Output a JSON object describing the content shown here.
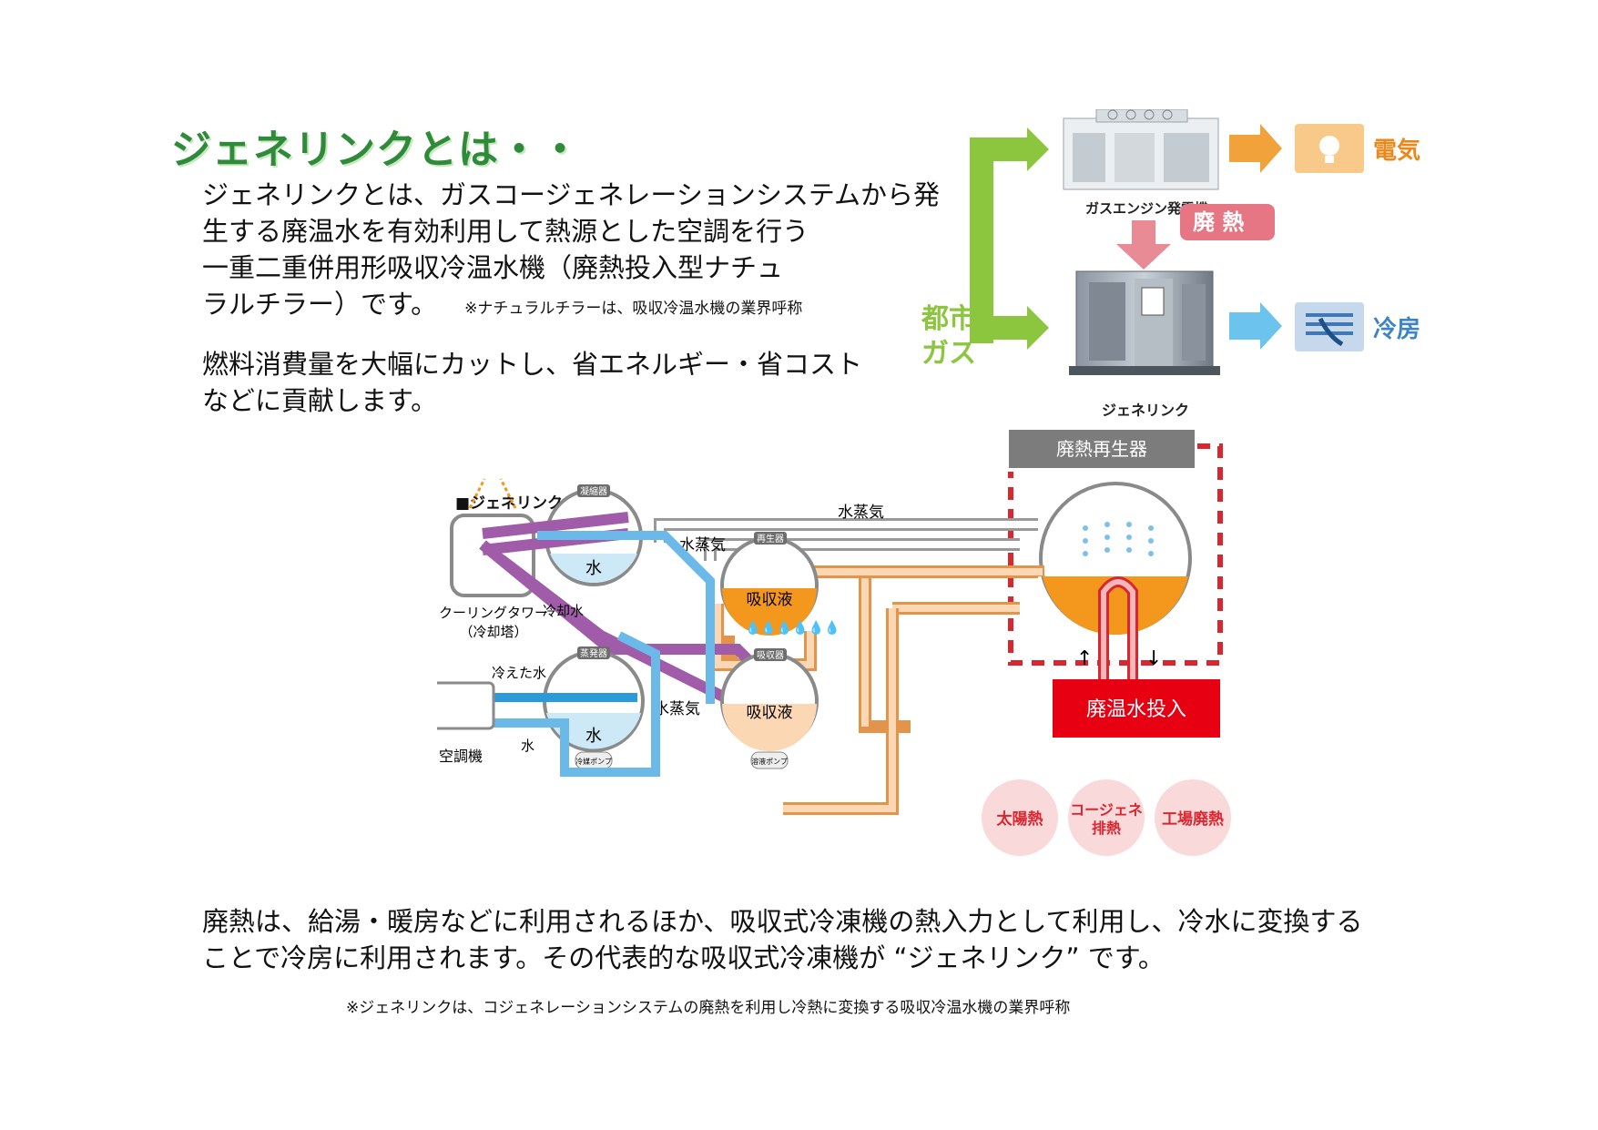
{
  "title": "ジェネリンクとは・・",
  "intro": {
    "lines": [
      "ジェネリンクとは、ガスコージェネレーションシステムから発",
      "生する廃温水を有効利用して熱源とした空調を行う",
      "一重二重併用形吸収冷温水機（廃熱投入型ナチュ",
      "ラルチラー）です。"
    ],
    "note": "※ナチュラルチラーは、吸収冷温水機の業界呼称",
    "lines2": [
      "燃料消費量を大幅にカットし、省エネルギー・省コスト",
      "などに貢献します。"
    ]
  },
  "flow": {
    "city_gas_1": "都市",
    "city_gas_2": "ガス",
    "generator_label": "ガスエンジン発電機",
    "electricity": "電気",
    "waste_heat": "廃 熱",
    "genelink_label": "ジェネリンク",
    "cooling": "冷房",
    "colors": {
      "green": "#8cc63f",
      "orange": "#f2a23a",
      "blue": "#6cc3ee",
      "pink": "#e88b95"
    }
  },
  "diagram": {
    "heading": "■ジェネリンクのしくみ",
    "regenerator_box": "廃熱再生器",
    "steam_top": "水蒸気",
    "condenser": "凝縮器",
    "regenerator": "再生器",
    "steam_mid": "水蒸気",
    "absorbent_top": "吸収液",
    "water_top": "水",
    "cooling_tower_1": "クーリングタワー",
    "cooling_tower_2": "（冷却塔）",
    "cooling_water": "冷却水",
    "chilled_water": "冷えた水",
    "evaporator": "蒸発器",
    "absorber": "吸収器",
    "steam_bottom": "水蒸気",
    "water_bottom": "水",
    "absorbent_bottom": "吸収液",
    "water_flow": "水",
    "ac_unit": "空調機",
    "refrigerant_pump": "冷媒ポンプ",
    "solution_pump": "溶液ポンプ",
    "hot_water_input": "廃温水投入",
    "source_solar": "太陽熱",
    "source_cogen_1": "コージェネ",
    "source_cogen_2": "排熱",
    "source_factory": "工場廃熱"
  },
  "bottom": {
    "lines": [
      "廃熱は、給湯・暖房などに利用されるほか、吸収式冷凍機の熱入力として利用し、冷水に変換する",
      "ことで冷房に利用されます。その代表的な吸収式冷凍機が “ジェネリンク” です。"
    ],
    "footnote": "※ジェネリンクは、コジェネレーションシステムの廃熱を利用し冷熱に変換する吸収冷温水機の業界呼称"
  }
}
